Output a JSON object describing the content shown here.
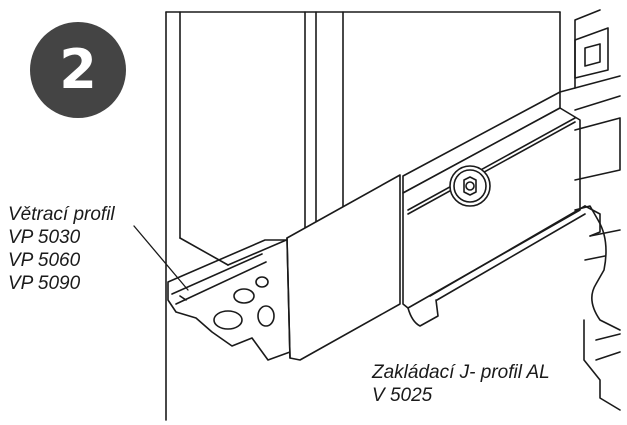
{
  "step": {
    "number": "2"
  },
  "labels": {
    "vent_profile": {
      "title": "Větrací profil",
      "codes": [
        "VP 5030",
        "VP 5060",
        "VP 5090"
      ]
    },
    "j_profile": {
      "line1": "Zakládací J- profil  AL",
      "line2": "V 5025"
    }
  },
  "colors": {
    "ink": "#1a1a1a",
    "badge": "#444444",
    "badge_text": "#ffffff"
  }
}
